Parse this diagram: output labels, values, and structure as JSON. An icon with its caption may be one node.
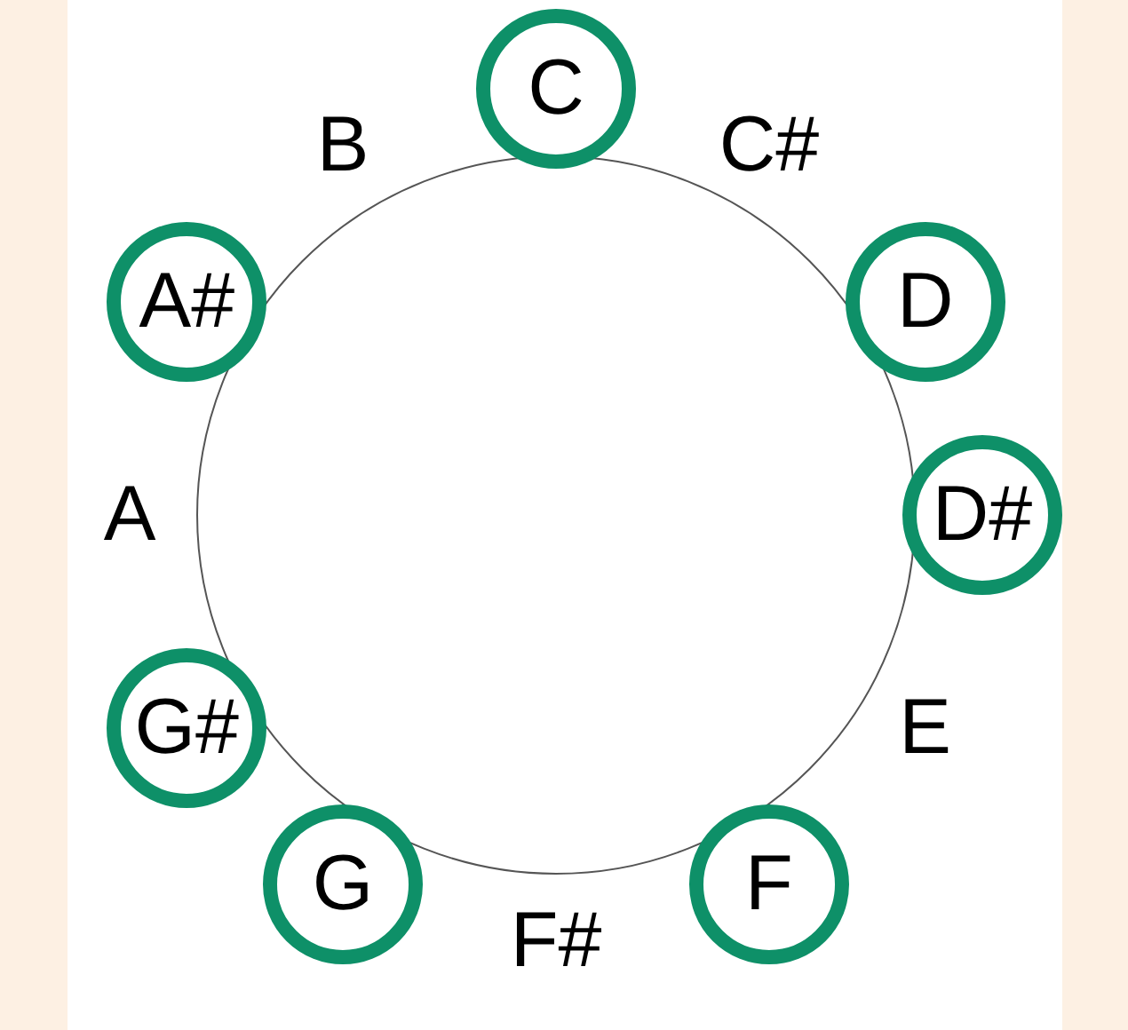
{
  "diagram": {
    "nodes": [
      {
        "text": [
          "C"
        ]
      },
      {
        "text": [
          "D"
        ]
      },
      {
        "text": [
          "D#"
        ]
      },
      {
        "text": [
          "F"
        ]
      },
      {
        "text": [
          "G"
        ]
      },
      {
        "text": [
          "G#"
        ]
      },
      {
        "text": [
          "A#"
        ]
      }
    ],
    "labels": [
      "C#",
      "E",
      "F#",
      "A",
      "B"
    ]
  }
}
